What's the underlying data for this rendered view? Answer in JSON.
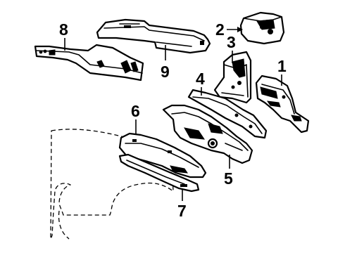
{
  "colors": {
    "ink": "#000000",
    "paper": "#ffffff"
  },
  "callouts": [
    {
      "id": "1",
      "label": "1"
    },
    {
      "id": "2",
      "label": "2"
    },
    {
      "id": "3",
      "label": "3"
    },
    {
      "id": "4",
      "label": "4"
    },
    {
      "id": "5",
      "label": "5"
    },
    {
      "id": "6",
      "label": "6"
    },
    {
      "id": "7",
      "label": "7"
    },
    {
      "id": "8",
      "label": "8"
    },
    {
      "id": "9",
      "label": "9"
    }
  ]
}
